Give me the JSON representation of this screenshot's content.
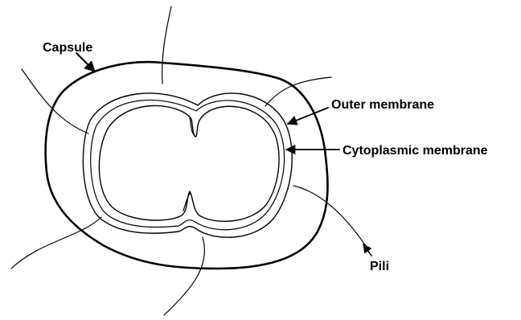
{
  "labels": {
    "capsule": "Capsule",
    "outer_membrane": "Outer membrane",
    "cytoplasmic_membrane": "Cytoplasmic membrane",
    "pili": "Pili"
  },
  "colors": {
    "stroke": "#000000",
    "background": "#ffffff"
  }
}
